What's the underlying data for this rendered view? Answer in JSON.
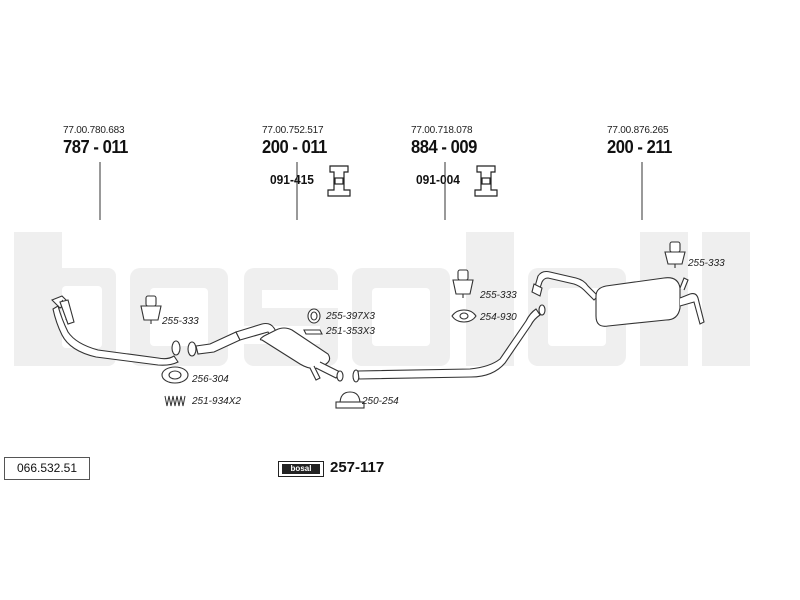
{
  "watermark": {
    "text": "bosal",
    "color": "#efefef"
  },
  "columns": [
    {
      "ref": "77.00.780.683",
      "code": "787 - 011"
    },
    {
      "ref": "77.00.752.517",
      "code": "200 - 011",
      "sub": "091-415"
    },
    {
      "ref": "77.00.718.078",
      "code": "884 - 009",
      "sub": "091-004"
    },
    {
      "ref": "77.00.876.265",
      "code": "200 - 211"
    }
  ],
  "labels": [
    {
      "id": "l1",
      "text": "255-333"
    },
    {
      "id": "l2",
      "text": "256-304"
    },
    {
      "id": "l3",
      "text": "251-934X2"
    },
    {
      "id": "l4",
      "text": "255-397X3"
    },
    {
      "id": "l5",
      "text": "251-353X3"
    },
    {
      "id": "l6",
      "text": "250-254"
    },
    {
      "id": "l7",
      "text": "255-333"
    },
    {
      "id": "l8",
      "text": "254-930"
    },
    {
      "id": "l9",
      "text": "255-333"
    }
  ],
  "catalog_number": "066.532.51",
  "kit": {
    "logo_text": "bosal",
    "code": "257-117"
  }
}
